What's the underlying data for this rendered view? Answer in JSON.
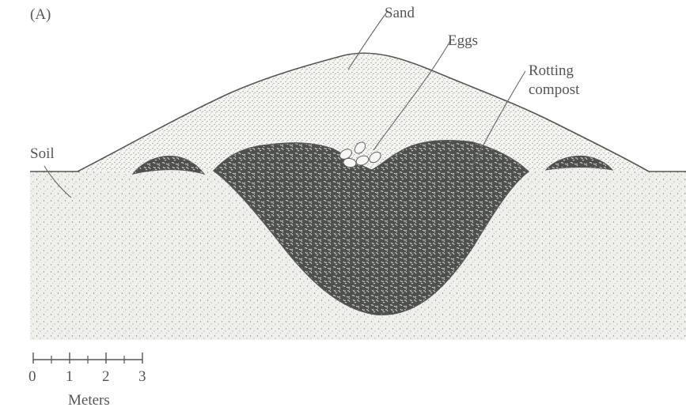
{
  "panel_label": "(A)",
  "labels": {
    "sand": "Sand",
    "eggs": "Eggs",
    "compost_line1": "Rotting",
    "compost_line2": "compost",
    "soil": "Soil"
  },
  "scale_bar": {
    "ticks": [
      "0",
      "1",
      "2",
      "3"
    ],
    "unit": "Meters"
  },
  "colors": {
    "soil_fill": "#eeeeea",
    "sand_fill": "#f4f4f1",
    "compost_fill": "#4f514f",
    "ink": "#555555"
  }
}
